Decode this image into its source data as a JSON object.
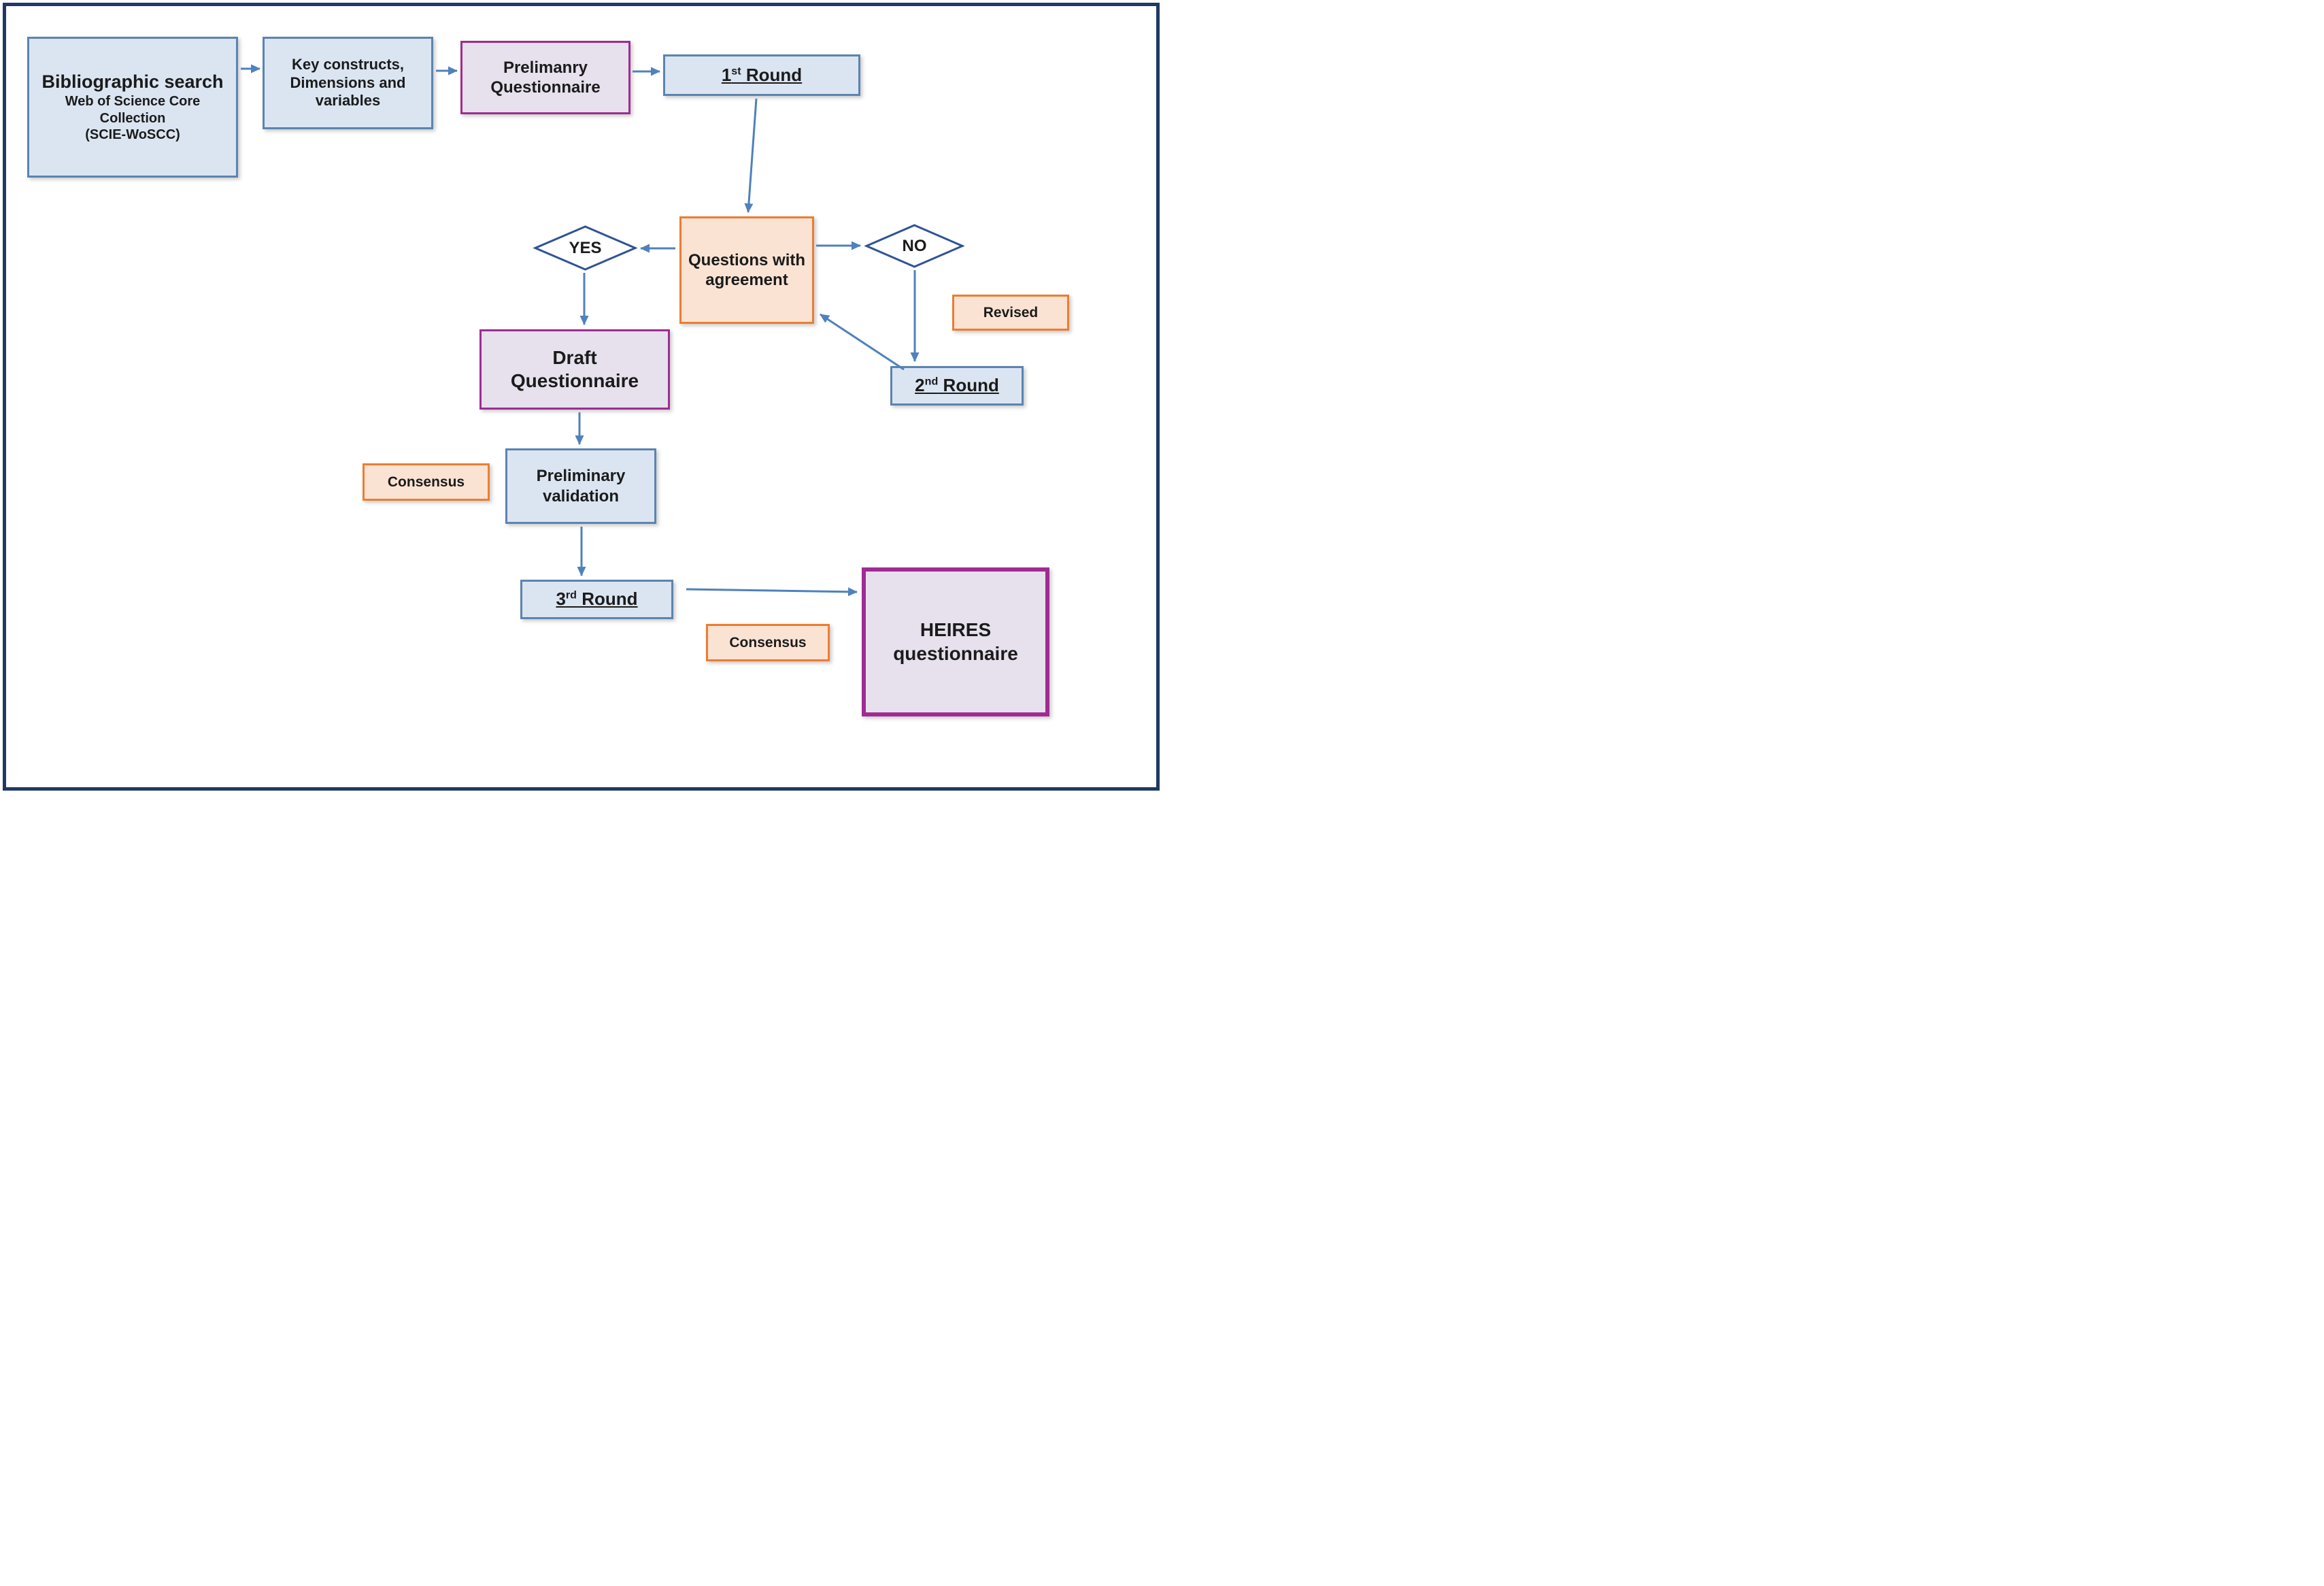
{
  "colors": {
    "blue_fill": "#dbe5f2",
    "blue_border": "#5b84b1",
    "purple_fill": "#e7e1ee",
    "purple_border": "#a02b93",
    "orange_fill": "#fbe3d4",
    "orange_border": "#ed7d31",
    "diamond_border": "#2f5496",
    "arrow": "#4f81bd",
    "frame_border": "#203864"
  },
  "nodes": {
    "bibliographic_search": {
      "title": "Bibliographic search",
      "subtitle1": "Web of Science Core Collection",
      "subtitle2": "(SCIE-WoSCC)"
    },
    "key_constructs": {
      "label": "Key constructs, Dimensions and variables"
    },
    "preliminary_questionnaire": {
      "label": "Prelimanry Questionnaire"
    },
    "round1": {
      "num": "1",
      "ordinal": "st",
      "label": " Round"
    },
    "questions_agreement": {
      "label": "Questions with agreement"
    },
    "yes_decision": {
      "label": "YES"
    },
    "no_decision": {
      "label": "NO"
    },
    "revised": {
      "label": "Revised"
    },
    "round2": {
      "num": "2",
      "ordinal": "nd",
      "label": " Round"
    },
    "draft_questionnaire": {
      "label": "Draft Questionnaire"
    },
    "preliminary_validation": {
      "label": "Preliminary validation"
    },
    "consensus_left": {
      "label": "Consensus"
    },
    "round3": {
      "num": "3",
      "ordinal": "rd",
      "label": " Round"
    },
    "consensus_bottom": {
      "label": "Consensus"
    },
    "heires_questionnaire": {
      "label": "HEIRES questionnaire"
    }
  }
}
